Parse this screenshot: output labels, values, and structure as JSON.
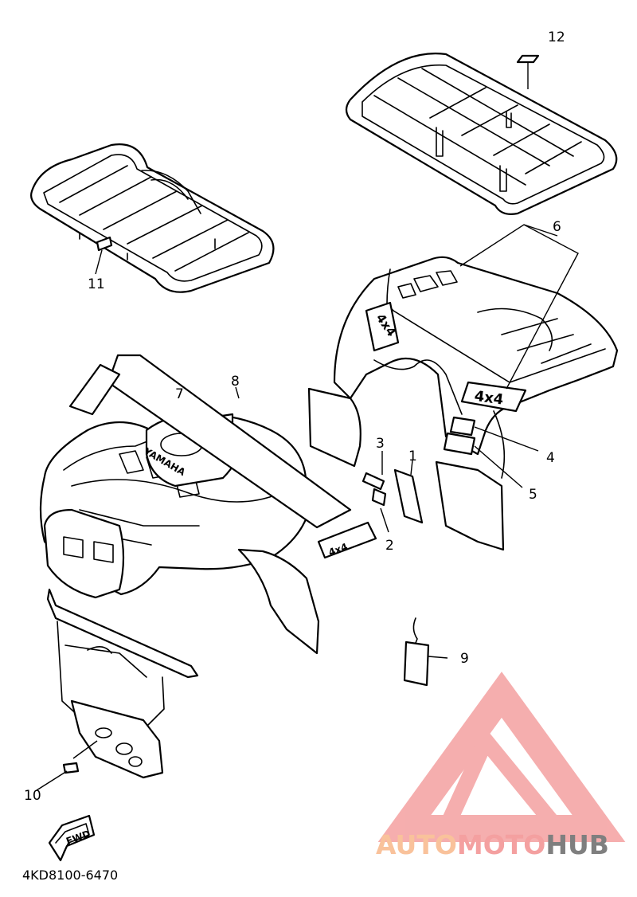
{
  "callouts": [
    "1",
    "2",
    "3",
    "4",
    "5",
    "6",
    "7",
    "8",
    "9",
    "10",
    "11",
    "12"
  ],
  "decals": {
    "four_by_four": "4x4",
    "brand": "YAMAHA",
    "fwd_arrow": "FWD"
  },
  "diagram_code": "4KD8100-6470",
  "watermark": {
    "part1": "AUTO",
    "part2": "MOTO",
    "part3": "HUB",
    "color_light": "#f9c29b",
    "color_pink": "#f4a0a0",
    "color_dark": "#7f7f7f"
  }
}
